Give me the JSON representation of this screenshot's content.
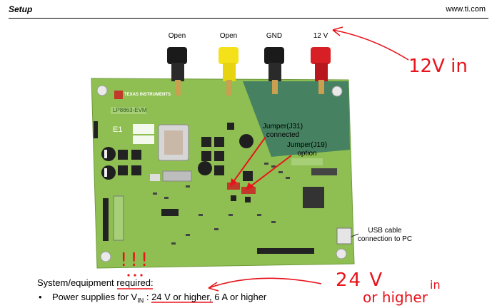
{
  "header": {
    "section": "Setup",
    "site": "www.ti.com"
  },
  "probes": [
    {
      "label": "Open",
      "color": "#1a1a1a"
    },
    {
      "label": "Open",
      "color": "#f4e11a"
    },
    {
      "label": "GND",
      "color": "#1a1a1a"
    },
    {
      "label": "12 V",
      "color": "#d81f26"
    }
  ],
  "board": {
    "brand": "TEXAS INSTRUMENTS",
    "model": "LP8863-EVM",
    "silk_e1": "E1",
    "pcb_color": "#8fbf52"
  },
  "annotations": {
    "jumper_j31_line1": "Jumper(J31)",
    "jumper_j31_line2": "connected",
    "jumper_j19_line1": "Jumper(J19)",
    "jumper_j19_line2": "option",
    "usb_line1": "USB cable",
    "usb_line2": "connection to PC"
  },
  "handwriting": {
    "note_12v": "12V in",
    "note_24v_a": "24 V",
    "note_24v_b": "in",
    "note_24v_c": "or higher",
    "marks": "!!!",
    "ink_color": "#e8141c"
  },
  "requirements": {
    "title_prefix": "System/equipment ",
    "title_emph": "required",
    "title_suffix": ":",
    "bullet": "•",
    "item_prefix": "Power supplies for V",
    "item_sub": "IN",
    "item_sep": " : ",
    "item_emph": "24 V or higher",
    "item_suffix": ", 6 A or higher"
  }
}
